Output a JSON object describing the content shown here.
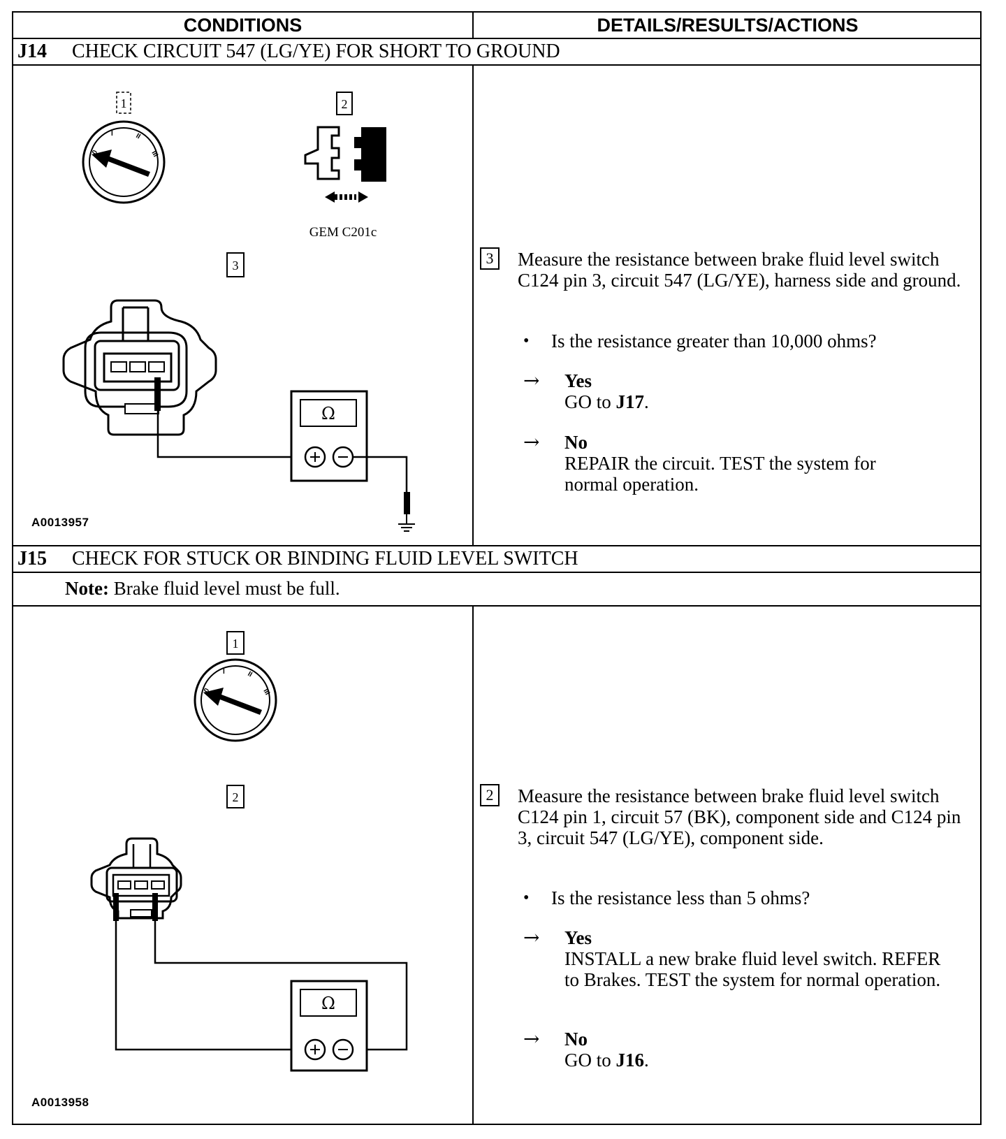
{
  "header": {
    "conditions": "CONDITIONS",
    "details": "DETAILS/RESULTS/ACTIONS"
  },
  "j14": {
    "number": "J14",
    "title": "CHECK CIRCUIT 547 (LG/YE) FOR SHORT TO GROUND",
    "figure_id": "A0013957",
    "callouts": {
      "key": "1",
      "connector": "2",
      "measure": "3"
    },
    "connector_label": "GEM C201c",
    "meter_symbol": "Ω",
    "step": {
      "box": "3",
      "instruction": "Measure the resistance between brake fluid level switch C124 pin 3, circuit 547 (LG/YE), harness side and ground.",
      "bullet": "•",
      "question": "Is the resistance greater than 10,000 ohms?",
      "arrow": "→",
      "yes_label": "Yes",
      "yes_pre": "GO to ",
      "yes_target": "J17",
      "yes_post": ".",
      "no_label": "No",
      "no_text": "REPAIR the circuit. TEST the system for normal operation."
    }
  },
  "j15": {
    "number": "J15",
    "title": "CHECK FOR STUCK OR BINDING FLUID LEVEL SWITCH",
    "note_label": "Note:",
    "note_text": "Brake fluid level must be full.",
    "figure_id": "A0013958",
    "callouts": {
      "key": "1",
      "measure": "2"
    },
    "meter_symbol": "Ω",
    "step": {
      "box": "2",
      "instruction": "Measure the resistance between brake fluid level switch C124 pin 1, circuit 57 (BK), component side and C124 pin 3, circuit 547 (LG/YE), component side.",
      "bullet": "•",
      "question": "Is the resistance less than 5 ohms?",
      "arrow": "→",
      "yes_label": "Yes",
      "yes_text": "INSTALL a new brake fluid level switch. REFER to Brakes. TEST the system for normal operation.",
      "no_label": "No",
      "no_pre": "GO to ",
      "no_target": "J16",
      "no_post": "."
    }
  }
}
